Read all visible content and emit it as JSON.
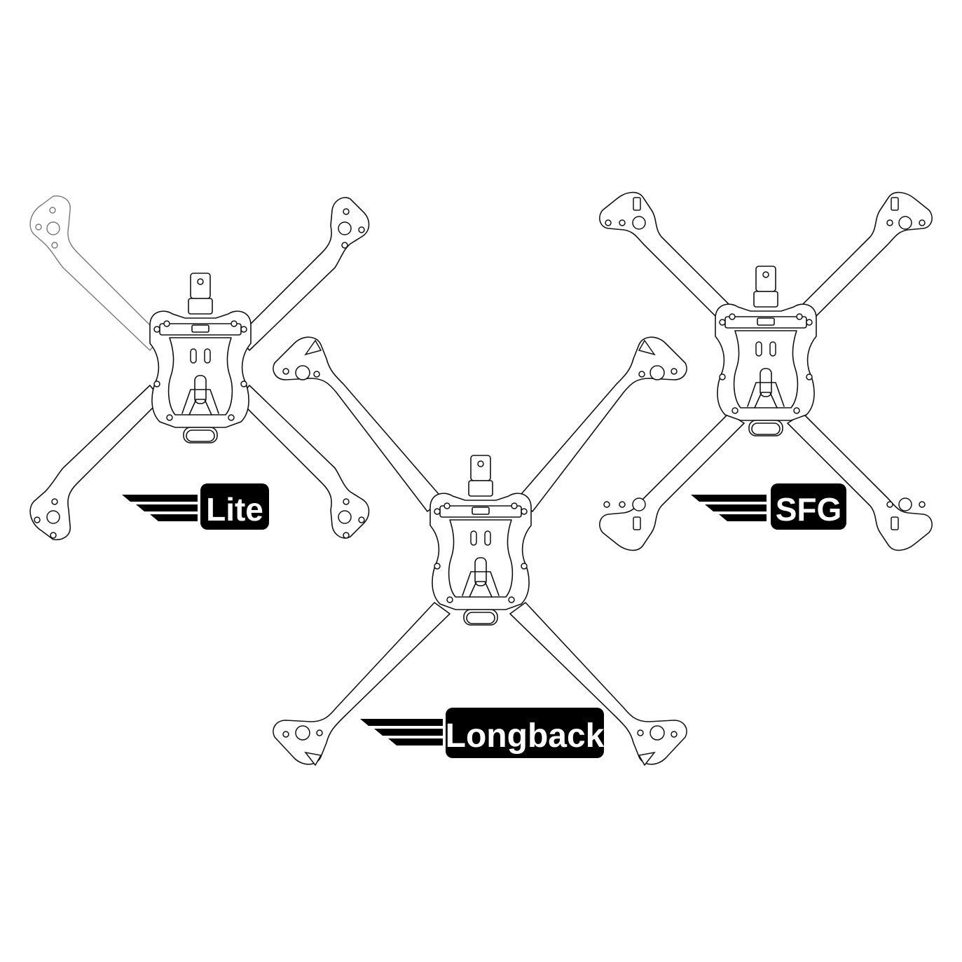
{
  "frames": [
    {
      "id": "lite",
      "label": "Lite"
    },
    {
      "id": "longback",
      "label": "Longback"
    },
    {
      "id": "sfg",
      "label": "SFG"
    }
  ],
  "colors": {
    "background": "#ffffff",
    "ink": "#111111",
    "badge": "#000000",
    "badge_text": "#ffffff"
  },
  "icons": [
    "speed-wings-icon"
  ]
}
